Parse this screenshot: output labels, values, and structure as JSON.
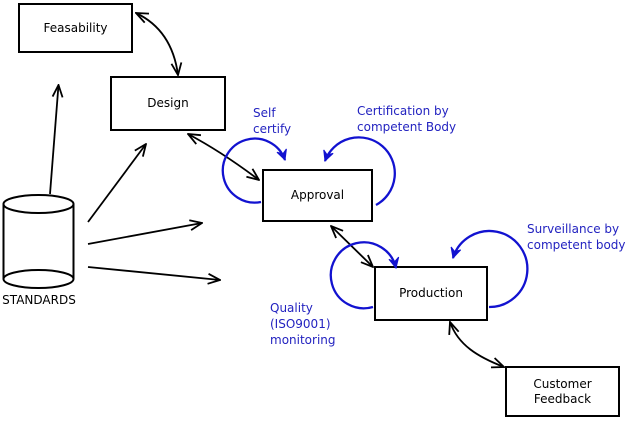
{
  "boxes": {
    "feasability": "Feasability",
    "design": "Design",
    "approval": "Approval",
    "production": "Production",
    "customer_feedback": "Customer\nFeedback"
  },
  "datastore_label": "STANDARDS",
  "annotations": {
    "self_certify": "Self\ncertify",
    "certification": "Certification by\ncompetent Body",
    "surveillance": "Surveillance by\ncompetent body",
    "quality_monitoring": "Quality\n(ISO9001)\nmonitoring"
  },
  "colors": {
    "line_black": "#000000",
    "annotation_blue": "#2323c0",
    "loop_blue": "#1212d0",
    "background": "#ffffff"
  }
}
